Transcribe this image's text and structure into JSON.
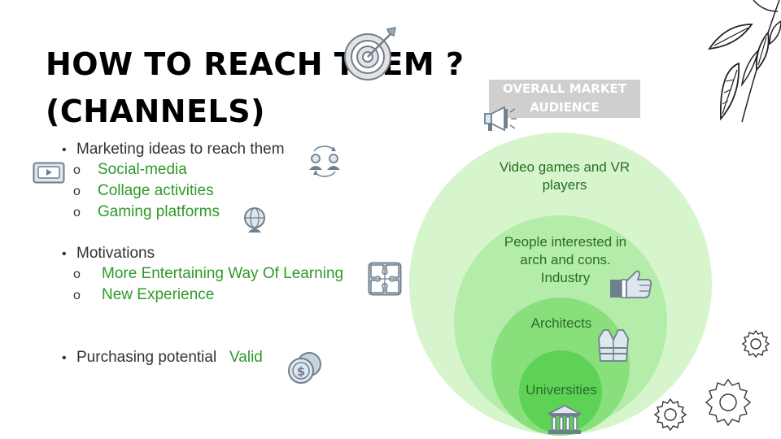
{
  "title": {
    "line1": "How to reach them ?",
    "line2": "(Channels)"
  },
  "marketing": {
    "label": "Marketing ideas to reach them",
    "items": [
      "Social-media",
      "Collage activities",
      "Gaming platforms"
    ]
  },
  "motivations": {
    "label": "Motivations",
    "items": [
      "More Entertaining Way Of Learning",
      "New Experience"
    ]
  },
  "purchasing": {
    "label": "Purchasing  potential",
    "value": "Valid"
  },
  "audience": {
    "title": "Overall Market Audience",
    "levels": [
      {
        "label": "Video games and VR players"
      },
      {
        "label": "People interested in arch and cons. Industry"
      },
      {
        "label": "Architects"
      },
      {
        "label": "Universities"
      }
    ]
  },
  "colors": {
    "accent": "#2e9a28",
    "ring1": "#d6f5cc",
    "ring2": "#b4ecaa",
    "ring3": "#88df7c",
    "ring4": "#5ed257"
  },
  "icons": [
    "target-icon",
    "people-swap-icon",
    "video-icon",
    "globe-user-icon",
    "puzzle-icon",
    "coins-icon",
    "megaphone-icon",
    "thumbs-up-icon",
    "vest-icon",
    "university-icon",
    "leaves-icon",
    "gear-icon"
  ]
}
